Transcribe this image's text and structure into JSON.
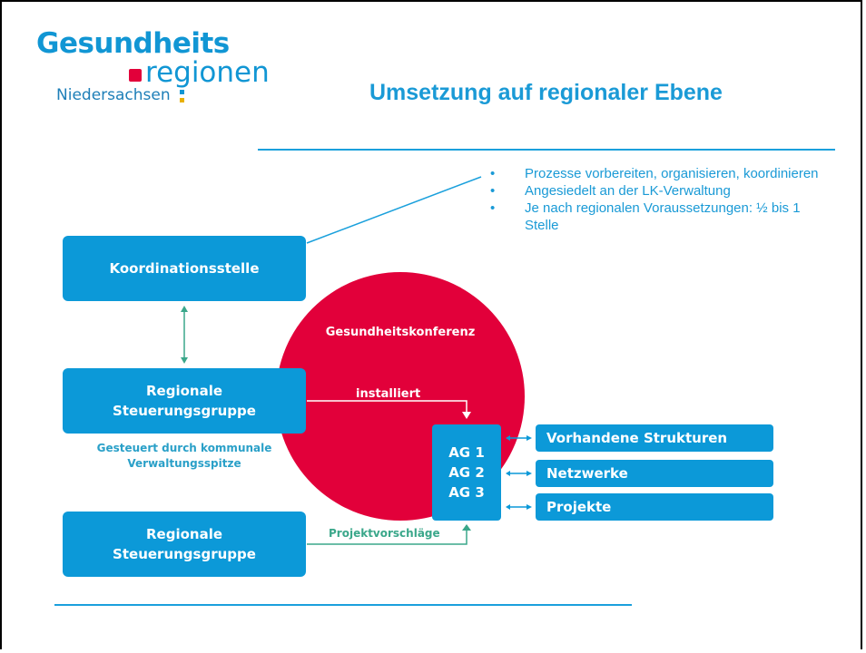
{
  "logo": {
    "line1": "Gesundheits",
    "line2": "regionen",
    "line3": "Niedersachsen",
    "colors": {
      "blue": "#1196d4",
      "red": "#e2003a",
      "yellow": "#e8b000"
    }
  },
  "title": "Umsetzung auf regionaler Ebene",
  "bullets": [
    "Prozesse vorbereiten, organisieren, koordinieren",
    "Angesiedelt an der LK-Verwaltung",
    "Je nach regionalen Voraussetzungen: ½  bis 1 Stelle"
  ],
  "boxes": {
    "koordination": {
      "label": "Koordinationsstelle"
    },
    "steuerung1": {
      "line1": "Regionale",
      "line2": "Steuerungsgruppe"
    },
    "steuerung2": {
      "line1": "Regionale",
      "line2": "Steuerungsgruppe"
    }
  },
  "gesteuert": {
    "line1": "Gesteuert durch kommunale",
    "line2": "Verwaltungsspitze"
  },
  "circle": {
    "label": "Gesundheitskonferenz"
  },
  "installiert": "installiert",
  "projektvorschlaege": "Projektvorschläge",
  "ag": [
    "AG 1",
    "AG 2",
    "AG 3"
  ],
  "side_boxes": [
    "Vorhandene Strukturen",
    "Netzwerke",
    "Projekte"
  ],
  "colors": {
    "box": "#0c99d8",
    "circle": "#e2003a",
    "green_arrow": "#3aa78a",
    "title": "#1a9ad6"
  }
}
